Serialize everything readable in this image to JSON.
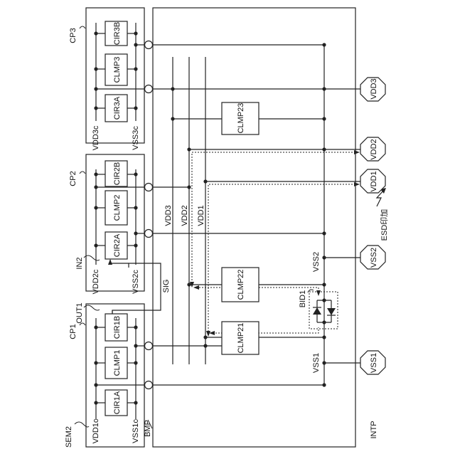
{
  "labels": {
    "sem": "SEM2",
    "intp": "INTP",
    "bmp": "BMP",
    "cp1": "CP1",
    "cp2": "CP2",
    "cp3": "CP3",
    "out1": "OUT1",
    "in2": "IN2",
    "sig": "SIG",
    "esd": "ESD印加",
    "bid1": "BID1"
  },
  "chip_blocks": {
    "cp3": [
      "CIR3B",
      "CLMP3",
      "CIR3A"
    ],
    "cp2": [
      "CIR2B",
      "CLMP2",
      "CIR2A"
    ],
    "cp1": [
      "CIR1B",
      "CLMP1",
      "CIR1A"
    ]
  },
  "chip_rails": {
    "cp3": [
      "VDD3c",
      "VSS3c"
    ],
    "cp2": [
      "VDD2c",
      "VSS2c"
    ],
    "cp1": [
      "VDD1c",
      "VSS1c"
    ]
  },
  "bus_labels": [
    "VDD3",
    "VDD2",
    "VDD1"
  ],
  "vss_labels": [
    "VSS2",
    "VSS1"
  ],
  "clamps": [
    "CLMP23",
    "CLMP22",
    "CLMP21"
  ],
  "terminals": [
    "VDD3",
    "VDD2",
    "VDD1",
    "VSS2",
    "VSS1"
  ],
  "colors": {
    "line": "#222222",
    "background": "#ffffff"
  }
}
